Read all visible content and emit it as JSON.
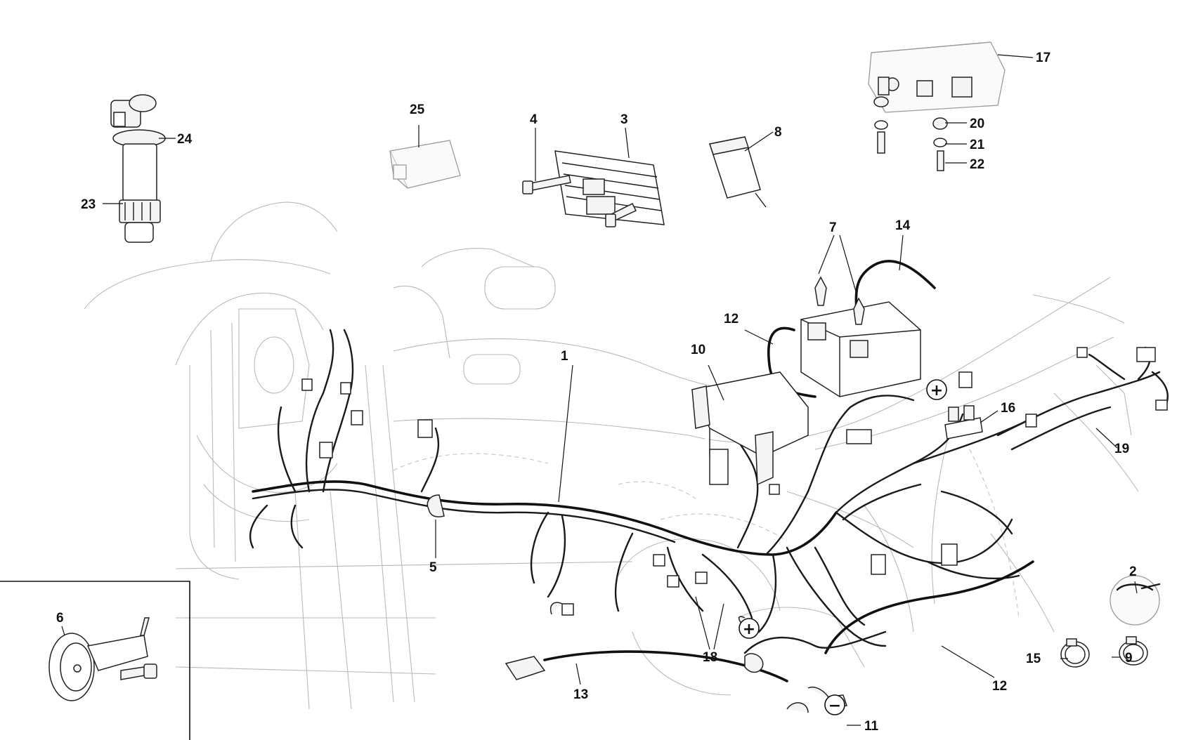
{
  "callouts": {
    "c1": "1",
    "c2": "2",
    "c3": "3",
    "c4": "4",
    "c5": "5",
    "c6": "6",
    "c7": "7",
    "c8": "8",
    "c9": "9",
    "c10": "10",
    "c11": "11",
    "c12a": "12",
    "c12b": "12",
    "c13": "13",
    "c14": "14",
    "c15": "15",
    "c16": "16",
    "c17": "17",
    "c18": "18",
    "c19": "19",
    "c20": "20",
    "c21": "21",
    "c22": "22",
    "c23": "23",
    "c24": "24",
    "c25": "25"
  },
  "polarity": {
    "plus_battery": "+",
    "plus_starter": "+",
    "minus_ground": "−"
  }
}
